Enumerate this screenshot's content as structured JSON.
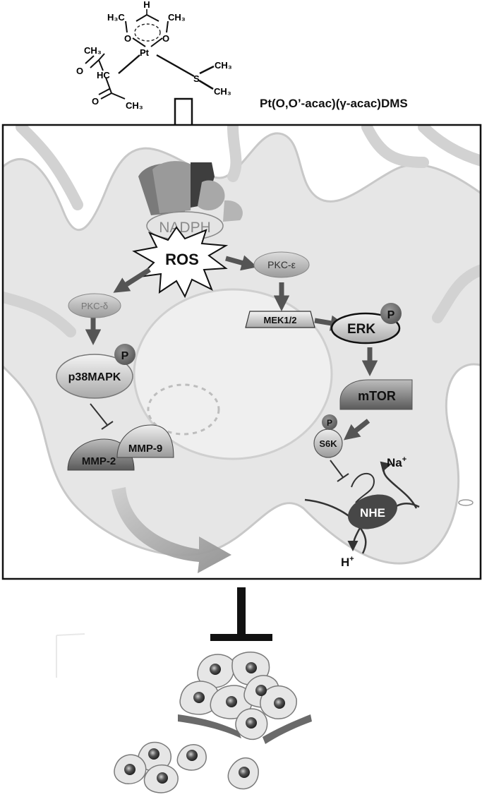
{
  "molecule": {
    "name": "Pt(O,O’-acac)(γ-acac)DMS",
    "atoms": {
      "h": "H",
      "h3c_left": "H₃C",
      "ch3_top_right": "CH₃",
      "o_left": "O",
      "o_right": "O",
      "pt": "Pt",
      "ch3_top": "CH₃",
      "o_carbonyl_top": "O",
      "hc": "HC",
      "s": "S",
      "ch3_s_top": "CH₃",
      "ch3_s_bottom": "CH₃",
      "o_carbonyl_bottom": "O",
      "ch3_bottom": "CH₃"
    }
  },
  "pathway": {
    "nadph": "NADPH",
    "ros": "ROS",
    "pkc_delta": "PKC-δ",
    "pkc_epsilon": "PKC-ε",
    "mek": "MEK1/2",
    "erk": "ERK",
    "p38": "p38MAPK",
    "mtor": "mTOR",
    "s6k": "S6K",
    "mmp2": "MMP-2",
    "mmp9": "MMP-9",
    "nhe": "NHE",
    "na": "Na",
    "na_sup": "+",
    "h": "H",
    "h_sup": "+",
    "phospho": "P"
  },
  "colors": {
    "arrow": "#555555",
    "dark_node": "#4d4d4d",
    "phospho": "#6f6f6f",
    "background_cell": "#e3e3e3"
  }
}
